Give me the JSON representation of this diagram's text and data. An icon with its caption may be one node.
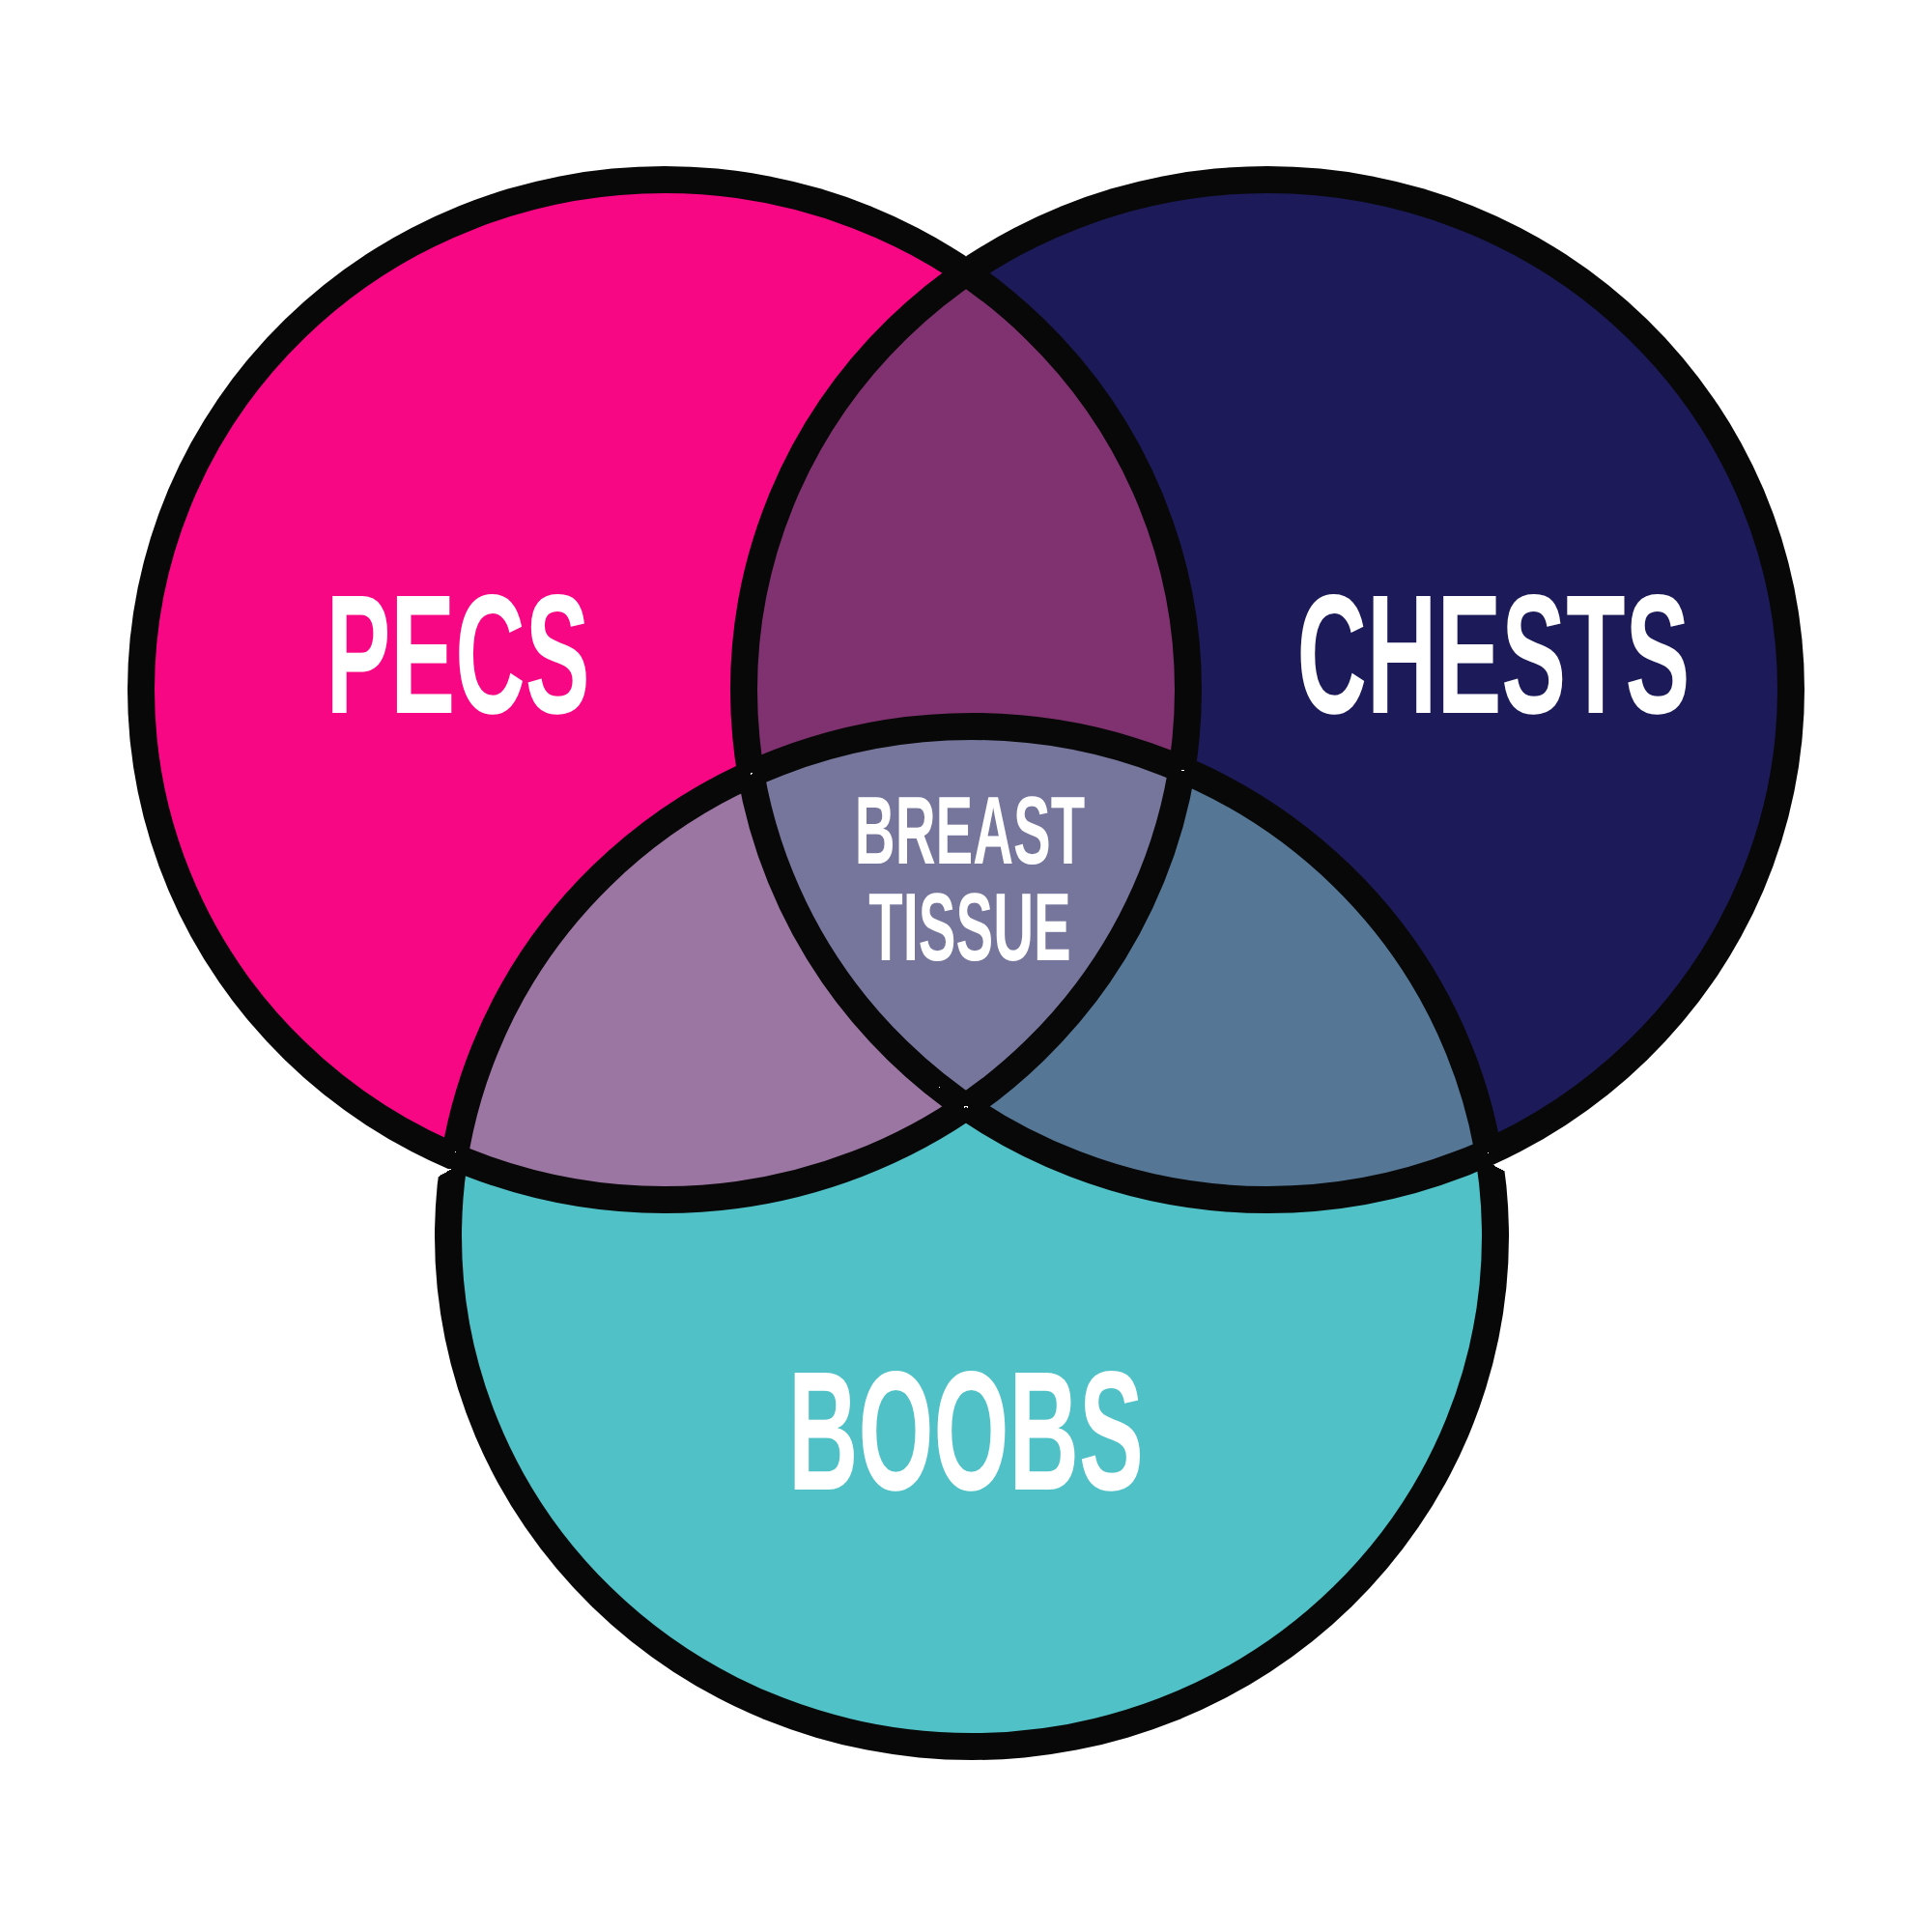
{
  "diagram": {
    "nodes": [
      {
        "text": [
          "PECS"
        ]
      },
      {
        "text": [
          "CHESTS"
        ]
      },
      {
        "text": [
          "BOOBS"
        ]
      },
      {
        "text": [
          "BREAST TISSUE"
        ]
      }
    ]
  }
}
